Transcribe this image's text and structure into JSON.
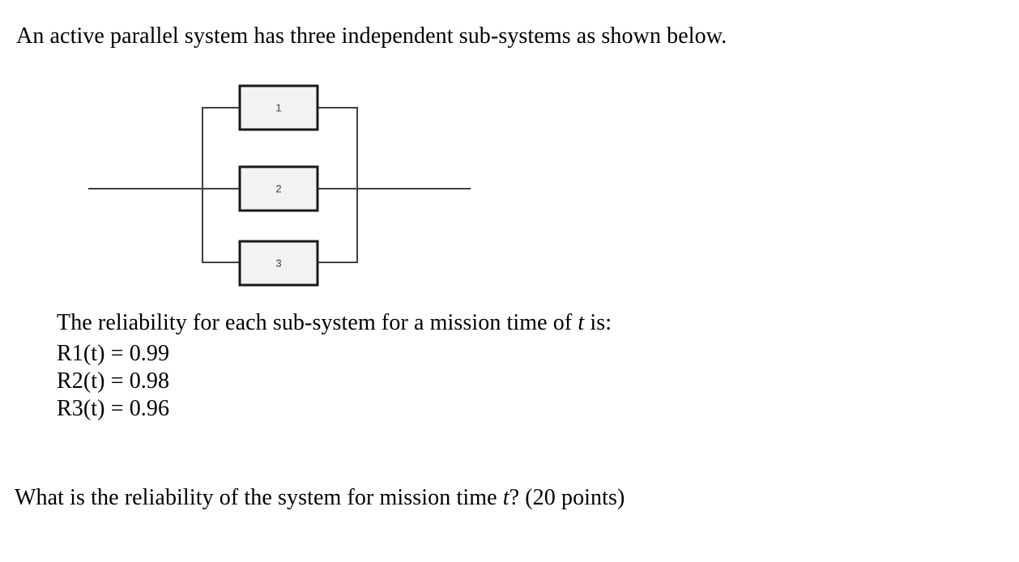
{
  "problem": {
    "intro": "An active parallel system has three independent sub-systems as shown below.",
    "reliability_intro_before": "The reliability for each sub-system for a mission time of ",
    "reliability_intro_variable": "t",
    "reliability_intro_after": " is:",
    "question_before": "What is the reliability of the system for mission time ",
    "question_variable": "t",
    "question_after": "? (20 points)"
  },
  "reliabilities": [
    {
      "label": "R1(t) = 0.99",
      "name": "R1",
      "value": "0.99"
    },
    {
      "label": "R2(t) = 0.98",
      "name": "R2",
      "value": "0.98"
    },
    {
      "label": "R3(t) = 0.96",
      "name": "R3",
      "value": "0.96"
    }
  ],
  "diagram": {
    "type": "reliability-block-diagram",
    "configuration": "active parallel",
    "block_fill_color": "#f2f2f2",
    "block_border_color": "#1a1a1a",
    "wire_color": "#404040",
    "blocks": [
      {
        "label": "1"
      },
      {
        "label": "2"
      },
      {
        "label": "3"
      }
    ]
  }
}
